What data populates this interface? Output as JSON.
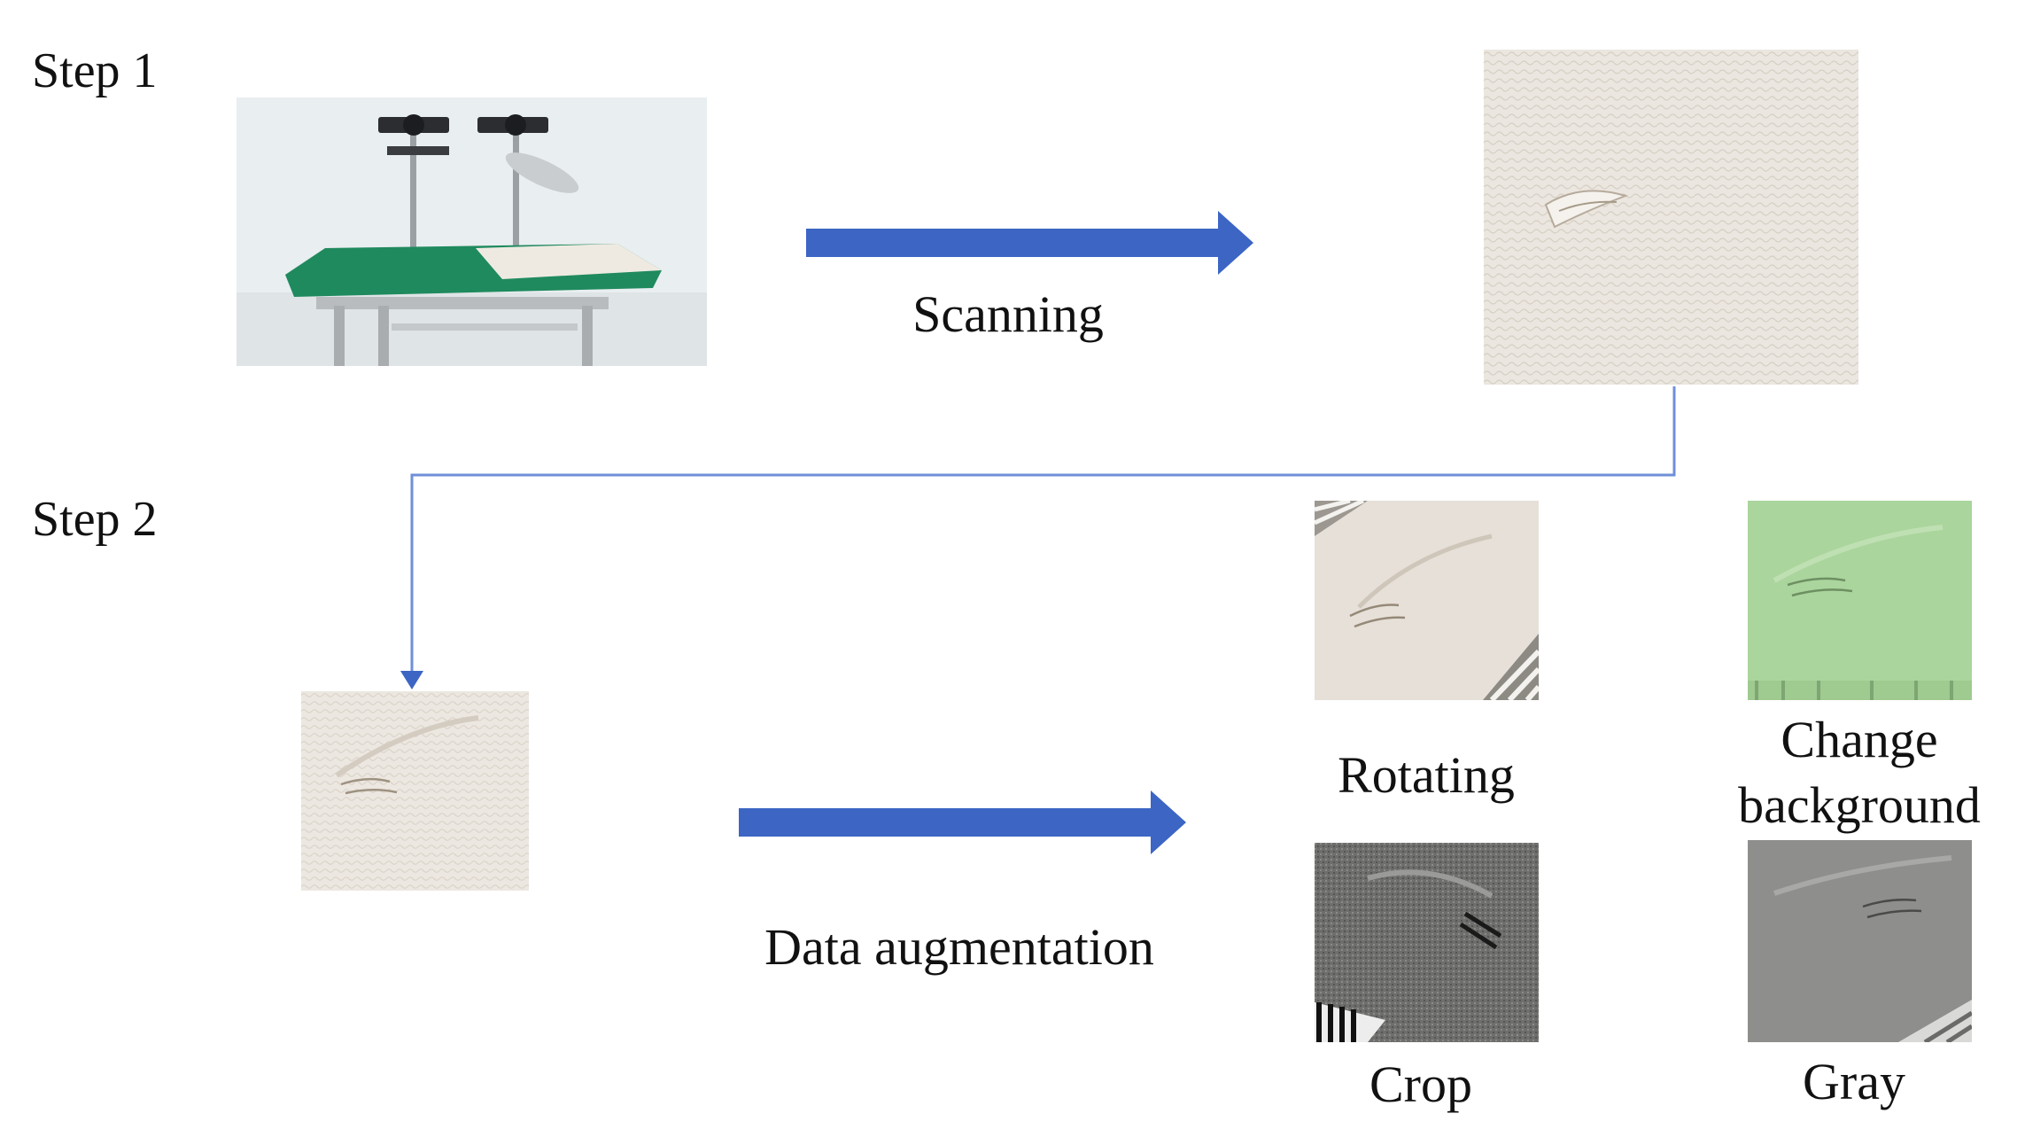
{
  "step1": {
    "label": "Step 1",
    "process_label": "Scanning"
  },
  "step2": {
    "label": "Step 2",
    "process_label": "Data augmentation"
  },
  "augmentations": {
    "rotating": "Rotating",
    "change_background_line1": "Change",
    "change_background_line2": "background",
    "crop": "Crop",
    "gray": "Gray"
  },
  "colors": {
    "arrow_fill": "#3c65c4",
    "connector_line": "#6f8fd8"
  }
}
